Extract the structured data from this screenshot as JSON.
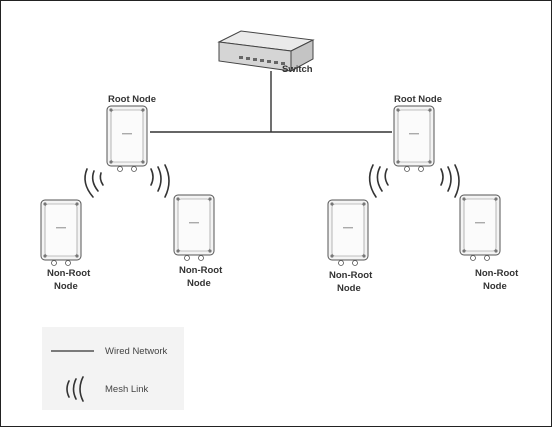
{
  "diagram": {
    "switch_label": "Switch",
    "root_left_label": "Root Node",
    "root_right_label": "Root Node",
    "nonroot_labels": [
      [
        "Non-Root",
        "Node"
      ],
      [
        "Non-Root",
        "Node"
      ],
      [
        "Non-Root",
        "Node"
      ],
      [
        "Non-Root",
        "Node"
      ]
    ]
  },
  "legend": {
    "wired_label": "Wired Network",
    "mesh_label": "Mesh Link"
  }
}
